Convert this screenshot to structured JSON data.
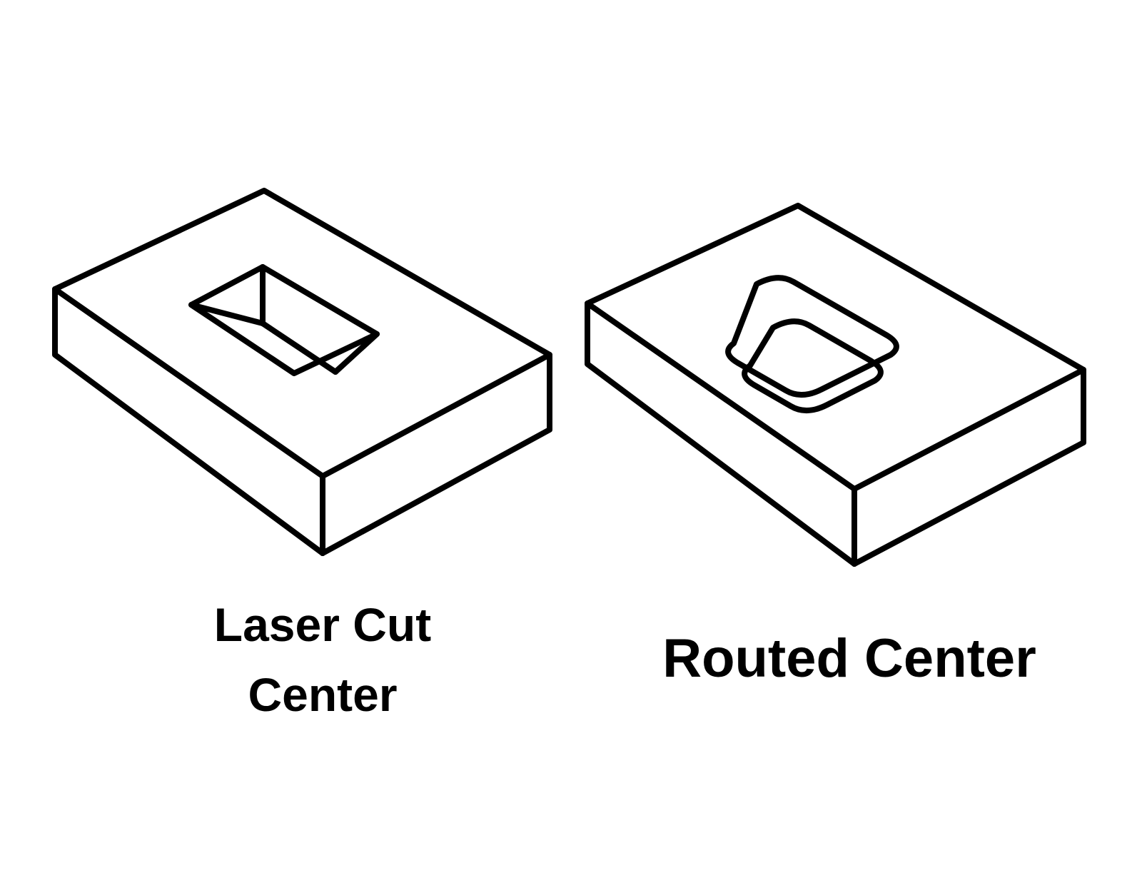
{
  "figure": {
    "title": "Laser Cut Center vs Routed Center",
    "background_color": "#ffffff",
    "line_color": "#000000",
    "line_width": 8,
    "type": "isometric-line-drawing"
  },
  "items": [
    {
      "id": "laser-cut",
      "caption_lines": [
        "Laser Cut",
        "Center"
      ],
      "pocket_style": "sharp-square-corners",
      "pocket_depth_visible": true,
      "description": "Rectangular block with a square-cornered rectangular pocket cut through the top face"
    },
    {
      "id": "routed",
      "caption_lines": [
        "Routed Center"
      ],
      "pocket_style": "rounded-corners",
      "pocket_depth_visible": true,
      "description": "Rectangular block with a rounded-corner rectangular pocket routed into the top face"
    }
  ],
  "captions": {
    "left_line1": "Laser Cut",
    "left_line2": "Center",
    "right_line1": "Routed Center"
  }
}
